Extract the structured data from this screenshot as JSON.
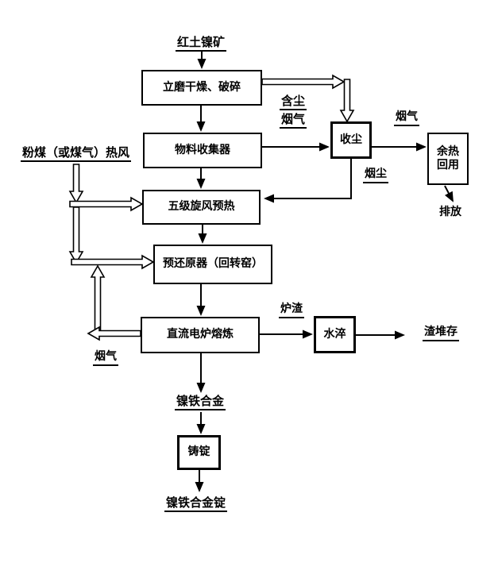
{
  "diagram": {
    "type": "process-flowchart",
    "background_color": "#ffffff",
    "line_color": "#000000",
    "boxes": {
      "mill": "立磨干燥、破碎",
      "collector": "物料收集器",
      "preheater": "五级旋风预热",
      "prereducer": "预还原器（回转窑）",
      "furnace": "直流电炉熔炼",
      "dust_collect": "收尘",
      "heat_reuse_l1": "余热",
      "heat_reuse_l2": "回用",
      "quench": "水淬",
      "ingot_cast": "铸锭"
    },
    "labels": {
      "ore_input": "红土镍矿",
      "dusty_gas_l1": "含尘",
      "dusty_gas_l2": "烟气",
      "flue_gas_top": "烟气",
      "smoke_dust": "烟尘",
      "discharge": "排放",
      "coal_hot_air": "粉煤（或煤气）热风",
      "slag": "炉渣",
      "slag_storage": "渣堆存",
      "flue_gas_return": "烟气",
      "alloy": "镍铁合金",
      "alloy_ingot": "镍铁合金锭"
    }
  }
}
